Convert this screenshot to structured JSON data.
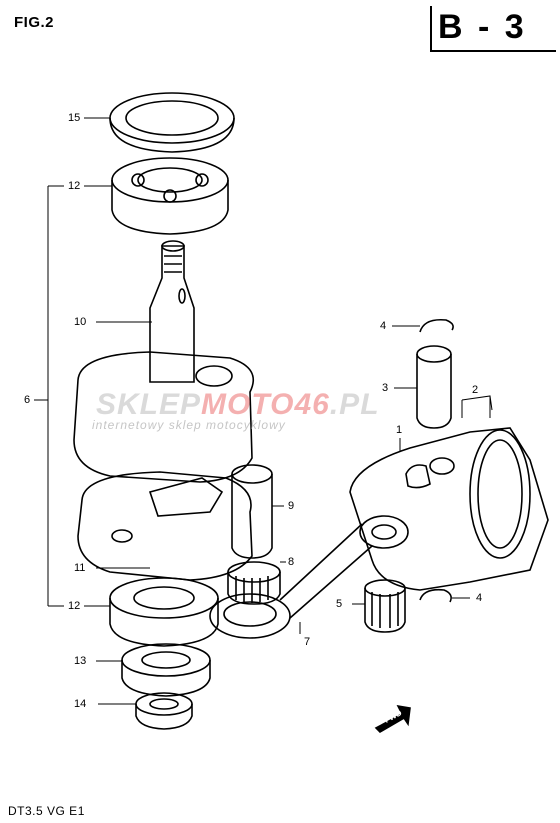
{
  "figure_label": "FIG.2",
  "section_code": "B - 3",
  "model_code": "DT3.5 VG E1",
  "watermark": {
    "brand_grey": "SKLEP",
    "brand_red": "MOTO46",
    "brand_tail": ".PL",
    "tagline": "internetowy sklep motocyklowy"
  },
  "fwd_label": "FWD",
  "callouts": {
    "n15": "15",
    "n12a": "12",
    "n10": "10",
    "n6": "6",
    "n11": "11",
    "n12b": "12",
    "n13": "13",
    "n14": "14",
    "n9": "9",
    "n8": "8",
    "n7": "7",
    "n5": "5",
    "n4a": "4",
    "n4b": "4",
    "n3": "3",
    "n2": "2",
    "n1": "1"
  },
  "colors": {
    "ink": "#000000",
    "paper": "#ffffff",
    "watermark_red": "#e65050"
  }
}
